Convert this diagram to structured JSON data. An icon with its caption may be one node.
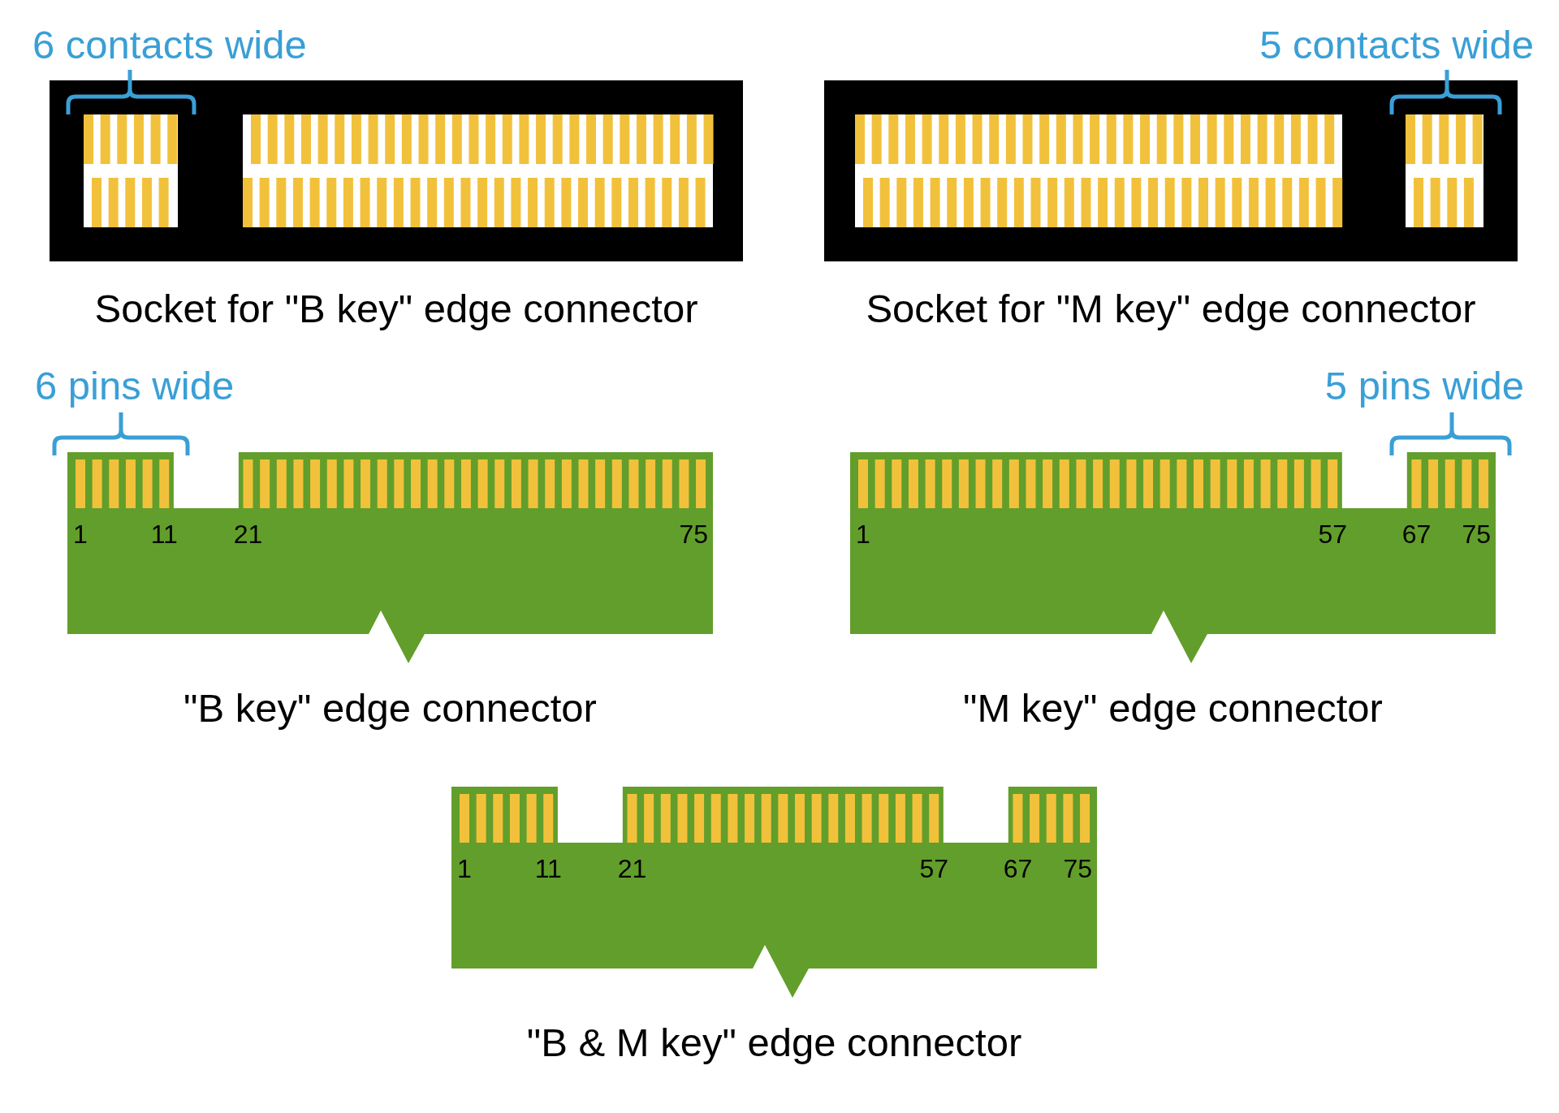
{
  "diagram": {
    "nodes": [
      {
        "text": [],
        "shape": "box",
        "beside": [
          "Socket for \"B key\" edge connector"
        ]
      },
      {
        "text": [],
        "shape": "box",
        "beside": [
          "Socket for \"M key\" edge connector"
        ]
      },
      {
        "text": [
          "1",
          "11",
          "21",
          "75"
        ],
        "beside": [
          "\"B key\" edge connector"
        ]
      },
      {
        "text": [
          "1",
          "57",
          "67",
          "75"
        ],
        "beside": [
          "\"M key\" edge connector"
        ]
      },
      {
        "text": [
          "1",
          "11",
          "21",
          "57",
          "67",
          "75"
        ],
        "beside": [
          "\"B & M key\" edge connector"
        ]
      }
    ],
    "labels": [
      "6 contacts wide",
      "5 contacts wide",
      "6 pins wide",
      "5 pins wide"
    ]
  }
}
